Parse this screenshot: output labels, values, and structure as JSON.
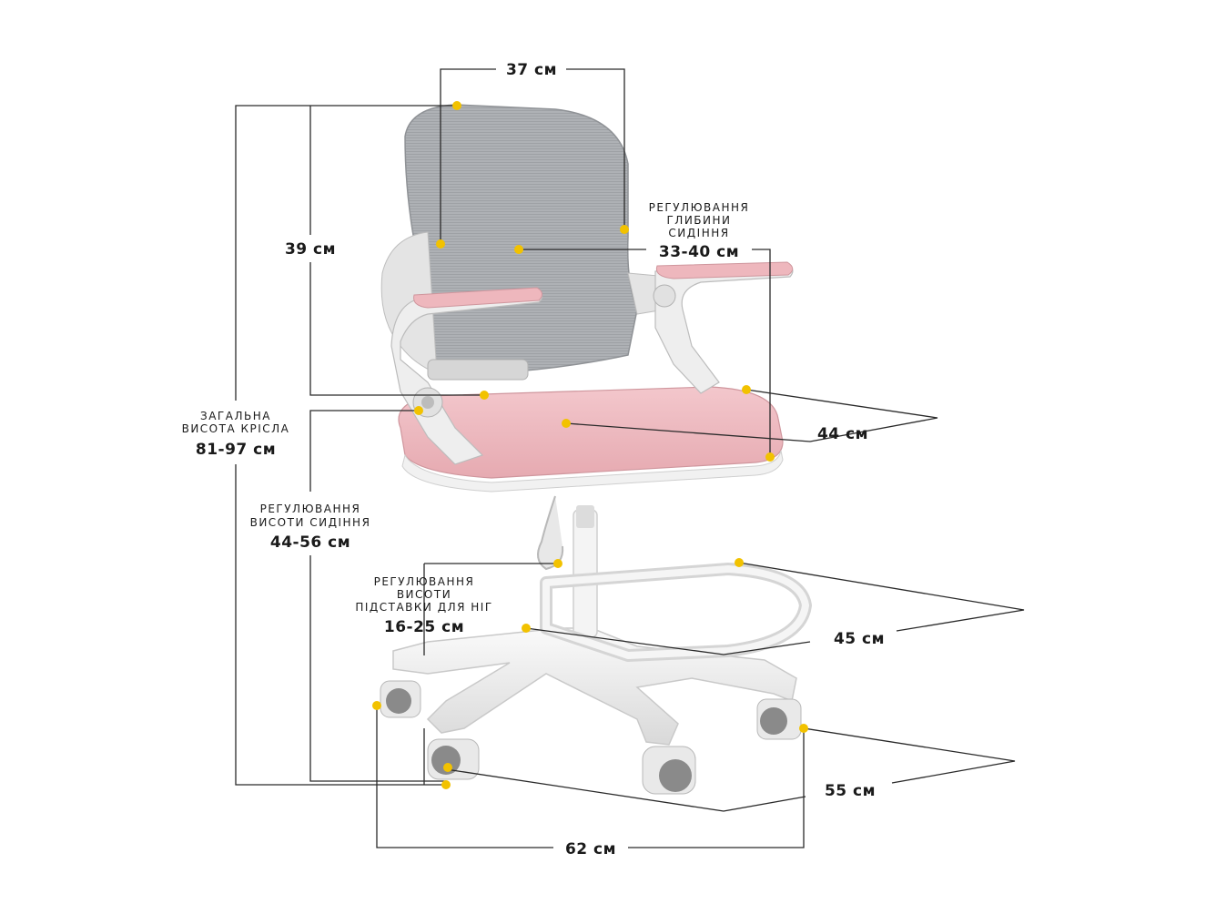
{
  "dimensions": {
    "width": {
      "value": "37 см"
    },
    "back_height": {
      "value": "39 см"
    },
    "seat_depth": {
      "caption": [
        "РЕГУЛЮВАННЯ",
        "ГЛИБИНИ",
        "СИДІННЯ"
      ],
      "value": "33-40 см"
    },
    "total_height": {
      "caption": [
        "ЗАГАЛЬНА",
        "ВИСОТА КРІСЛА"
      ],
      "value": "81-97 см"
    },
    "seat_width": {
      "value": "44 см"
    },
    "seat_height": {
      "caption": [
        "РЕГУЛЮВАННЯ",
        "ВИСОТИ СИДІННЯ"
      ],
      "value": "44-56 см"
    },
    "footrest_height": {
      "caption": [
        "РЕГУЛЮВАННЯ",
        "ВИСОТИ",
        "ПІДСТАВКИ ДЛЯ НІГ"
      ],
      "value": "16-25 см"
    },
    "footrest_width": {
      "value": "45 см"
    },
    "base_depth": {
      "value": "55 см"
    },
    "base_width": {
      "value": "62 см"
    }
  },
  "colors": {
    "mesh": "#a9acb0",
    "seat": "#eebcc2",
    "frame": "#f2f2f2",
    "marker": "#f2c200",
    "line": "#2a2a2a"
  }
}
